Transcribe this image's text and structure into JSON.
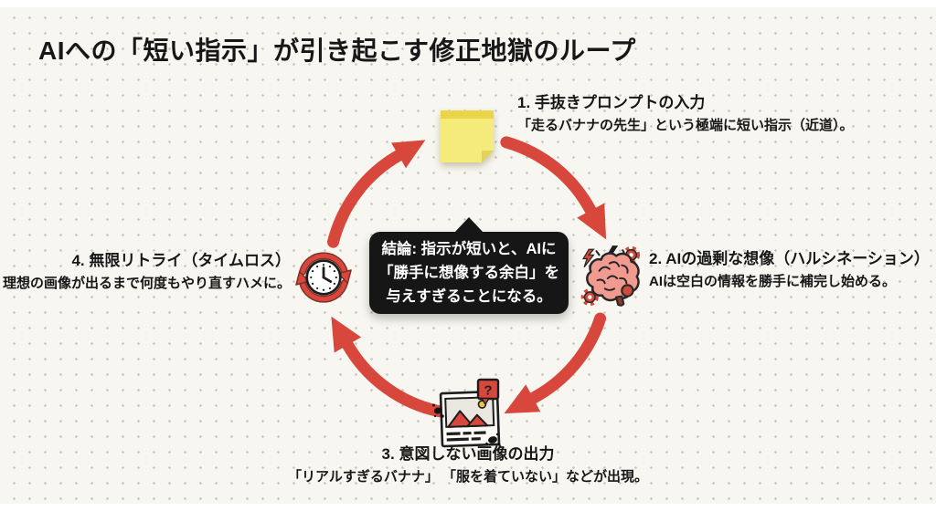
{
  "slide": {
    "title": "AIへの「短い指示」が引き起こす修正地獄のループ"
  },
  "conclusion": {
    "lines": [
      "結論: 指示が短いと、AIに",
      "「勝手に想像する余白」を",
      "与えすぎることになる。"
    ]
  },
  "steps": [
    {
      "title": "1. 手抜きプロンプトの入力",
      "desc": "「走るバナナの先生」という極端に短い指示（近道）。",
      "icon": "sticky-note-icon"
    },
    {
      "title": "2. AIの過剰な想像（ハルシネーション）",
      "desc": "AIは空白の情報を勝手に補完し始める。",
      "icon": "brain-hallucination-icon"
    },
    {
      "title": "3. 意図しない画像の出力",
      "desc": "「リアルすぎるバナナ」 「服を着ていない」などが出現。",
      "icon": "unintended-image-icon"
    },
    {
      "title": "4. 無限リトライ（タイムロス）",
      "desc": "理想の画像が出るまで何度もやり直すハメに。",
      "icon": "clock-retry-icon"
    }
  ],
  "icons": {
    "question_mark": "?"
  },
  "colors": {
    "background": "#f8f6f1",
    "dot": "#c9c5bb",
    "arrow_red": "#d8473b",
    "arrow_red_dark": "#7d2d26",
    "ink": "#171717",
    "bubble_bg": "#161616",
    "bubble_text": "#ffffff",
    "note_yellow": "#f5eb7a",
    "note_strip": "#e9d44a",
    "brain_pink": "#f09a90",
    "accent_dark_red": "#cf4a3e"
  }
}
